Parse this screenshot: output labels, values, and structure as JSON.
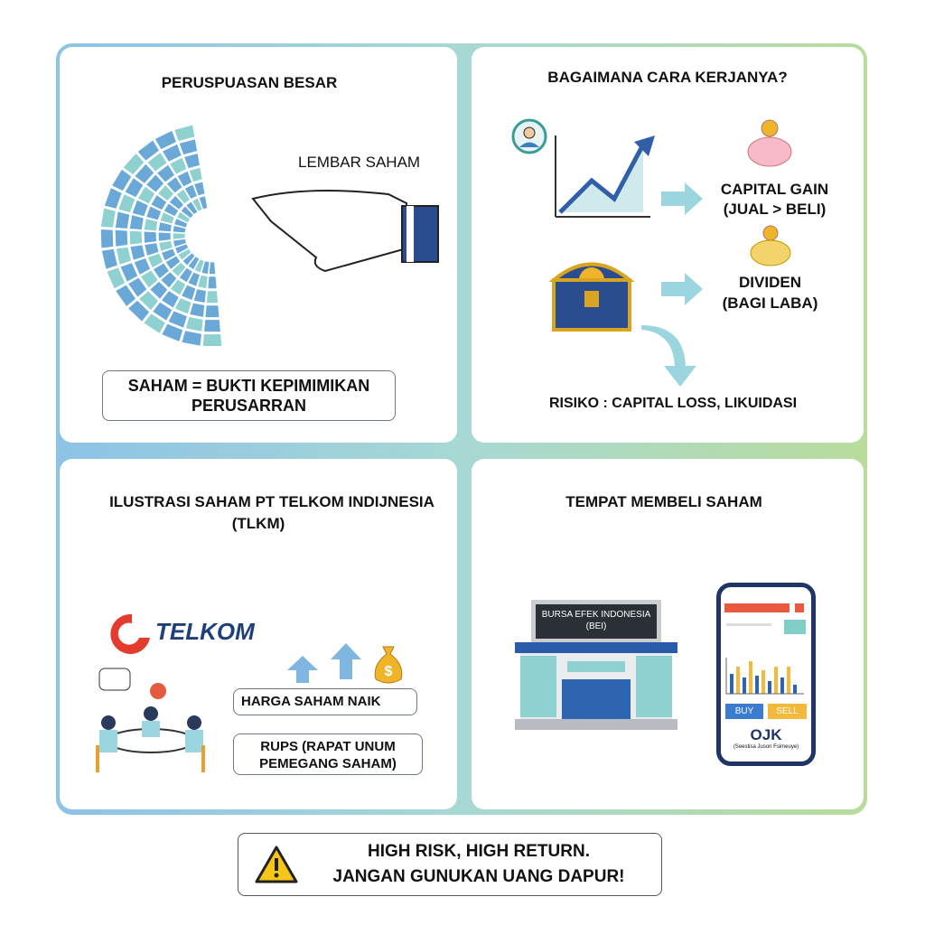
{
  "panels": {
    "company": {
      "title": "PERUSPUASAN BESAR",
      "label": "LEMBAR SAHAM",
      "definition_line1": "SAHAM = BUKTI KEPIMIMIKAN",
      "definition_line2": "PERUSARRAN"
    },
    "how_it_works": {
      "title": "BAGAIMANA CARA KERJANYA?",
      "capital_gain": "CAPITAL GAIN",
      "capital_gain_note": "(JUAL > BELI)",
      "dividend": "DIVIDEN",
      "dividend_note": "(BAGI LABA)",
      "risk": "RISIKO : CAPITAL LOSS, LIKUIDASI"
    },
    "telkom": {
      "title_line1": "ILUSTRASI SAHAM PT TELKOM INDIJNESIA",
      "title_line2": "(TLKM)",
      "logo_text": "TELKOM",
      "price_up": "HARGA SAHAM NAIK",
      "rups_line1": "RUPS (RAPAT UNUM",
      "rups_line2": "PEMEGANG SAHAM)"
    },
    "where_to_buy": {
      "title": "TEMPAT MEMBELI SAHAM",
      "exchange_line1": "BURSA EFEK INDONESIA",
      "exchange_line2": "(BEI)",
      "buy": "BUY",
      "sell": "SELL",
      "ojk": "OJK",
      "ojk_caption": "(Seestisa Juson Fsimeuye)"
    }
  },
  "warning": {
    "line1": "HIGH RISK, HIGH RETURN.",
    "line2": "JANGAN GUNUKAN UANG DAPUR!",
    "icon": "warning-triangle-icon"
  },
  "colors": {
    "blue": "#2f5fa8",
    "teal": "#7fcfc8",
    "orange": "#f0b429",
    "red": "#e53b2f"
  }
}
